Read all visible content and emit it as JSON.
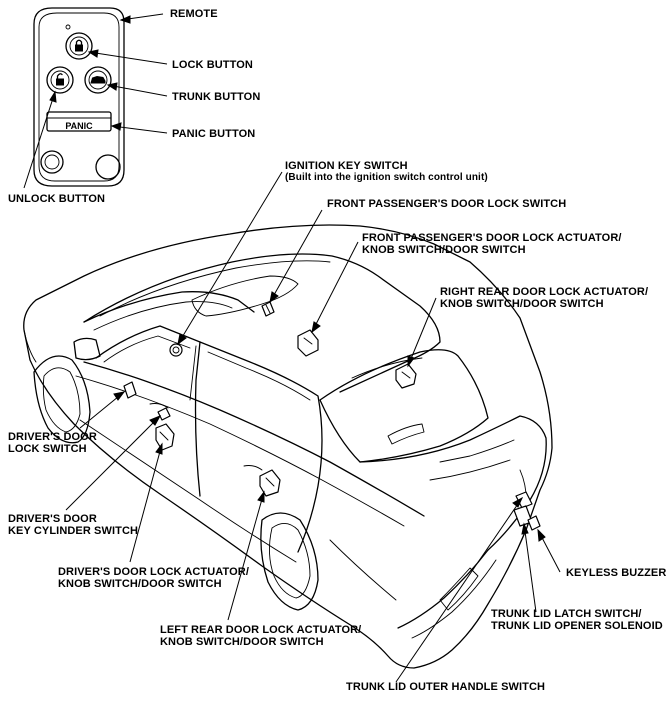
{
  "labels": {
    "remote": "REMOTE",
    "lock_button": "LOCK BUTTON",
    "trunk_button": "TRUNK BUTTON",
    "panic_button": "PANIC BUTTON",
    "unlock_button": "UNLOCK BUTTON",
    "ignition_key_switch": "IGNITION KEY SWITCH",
    "ignition_key_switch_note": "(Built into the ignition switch control unit)",
    "front_passenger_door_lock_switch": "FRONT PASSENGER'S DOOR LOCK SWITCH",
    "front_passenger_actuator_line1": "FRONT PASSENGER'S DOOR LOCK ACTUATOR/",
    "front_passenger_actuator_line2": "KNOB SWITCH/DOOR SWITCH",
    "right_rear_actuator_line1": "RIGHT REAR DOOR LOCK ACTUATOR/",
    "right_rear_actuator_line2": "KNOB SWITCH/DOOR SWITCH",
    "drivers_door_lock_switch_line1": "DRIVER'S DOOR",
    "drivers_door_lock_switch_line2": "LOCK SWITCH",
    "drivers_key_cylinder_line1": "DRIVER'S DOOR",
    "drivers_key_cylinder_line2": "KEY CYLINDER SWITCH",
    "drivers_actuator_line1": "DRIVER'S DOOR LOCK ACTUATOR/",
    "drivers_actuator_line2": "KNOB SWITCH/DOOR SWITCH",
    "left_rear_actuator_line1": "LEFT REAR DOOR LOCK ACTUATOR/",
    "left_rear_actuator_line2": "KNOB SWITCH/DOOR SWITCH",
    "keyless_buzzer": "KEYLESS BUZZER",
    "trunk_lid_latch_line1": "TRUNK LID LATCH SWITCH/",
    "trunk_lid_latch_line2": "TRUNK LID OPENER SOLENOID",
    "trunk_lid_outer_handle": "TRUNK LID OUTER HANDLE SWITCH"
  },
  "remote_panel_text": "PANIC"
}
